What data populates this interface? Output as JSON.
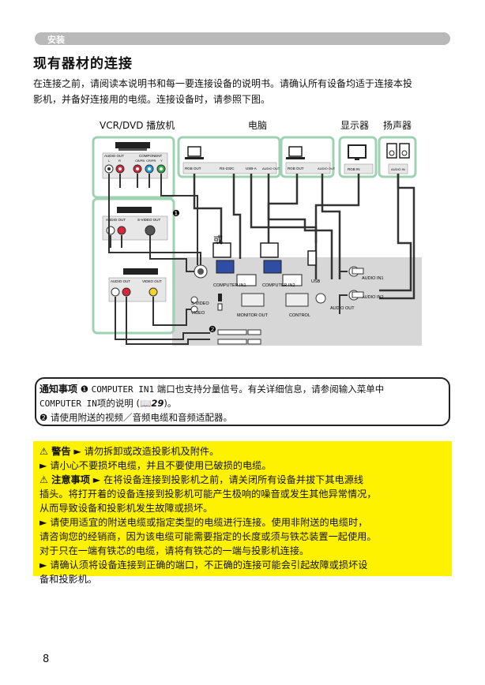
{
  "header": {
    "section": "安装"
  },
  "title": "现有器材的连接",
  "intro": {
    "line1": "在连接之前，请阅读本说明书和每一要连接设备的说明书。请确认所有设备均适于连接本投",
    "line2": "影机，并备好连接用的电缆。连接设备时，请参照下图。"
  },
  "diagram": {
    "labels": {
      "vcr": "VCR/DVD 播放机",
      "computer": "电脑",
      "monitor": "显示器",
      "speaker": "扬声器",
      "or": "或"
    },
    "device_ports": {
      "audio_out": "AUDIO OUT",
      "component": "COMPONENT",
      "l": "L",
      "r": "R",
      "cb_pb": "CB/PB",
      "cr_pr": "CR/PR",
      "y": "Y",
      "s_video_out": "S-VIDEO OUT",
      "video_out": "VIDEO OUT",
      "rgb_out": "RGB OUT",
      "rs232c": "RS-232C",
      "usb_a": "USB-A",
      "audio_out_small": "AUDIO OUT",
      "rgb_in": "RGB IN",
      "audio_in": "AUDIO IN"
    },
    "projector_ports": {
      "computer_in1": "COMPUTER IN1",
      "computer_in2": "COMPUTER IN2",
      "usb": "USB",
      "audio_in1": "AUDIO IN1",
      "audio_in2": "AUDIO IN2",
      "s_video": "S-VIDEO",
      "video": "VIDEO",
      "monitor_out": "MONITOR OUT",
      "control": "CONTROL",
      "audio_out": "AUDIO OUT"
    },
    "markers": {
      "m1": "❶",
      "m2": "❷"
    }
  },
  "notes": {
    "title": "通知事项",
    "item1_marker": "❶",
    "item1_a": "COMPUTER IN1",
    "item1_b": "端口也支持分量信号。有关详细信息，请参阅输入菜单中",
    "item1_c": "COMPUTER IN",
    "item1_d": "项的说明",
    "item1_page": "29",
    "item1_end": ")。",
    "item2_marker": "❷",
    "item2": "请使用附送的视频／音频电缆和音频适配器。"
  },
  "warnings": {
    "warning_label": "⚠ 警告",
    "line1": "► 请勿拆卸或改造投影机及附件。",
    "line2": "► 请小心不要损坏电缆，并且不要使用已破损的电缆。",
    "caution_label": "⚠ 注意事项",
    "line3": "► 在将设备连接到投影机之前，请关闭所有设备并拔下其电源线",
    "line4": "插头。将打开着的设备连接到投影机可能产生极响的噪音或发生其他异常情况，",
    "line5": "从而导致设备和投影机发生故障或损坏。",
    "line6": "► 请使用适宜的附送电缆或指定类型的电缆进行连接。使用非附送的电缆时，",
    "line7": "请咨询您的经销商，因为该电缆可能需要指定的长度或须与铁芯装置一起使用。",
    "line8": "对于只在一端有铁芯的电缆，请将有铁芯的一端与投影机连接。",
    "line9": "► 请确认须将设备连接到正确的端口，不正确的连接可能会引起故障或损坏设",
    "line10": "备和投影机。"
  },
  "page_number": "8",
  "colors": {
    "green": "#9fd1b3",
    "warning_bg": "#fff200",
    "section_bar": "#b9b9b9"
  }
}
